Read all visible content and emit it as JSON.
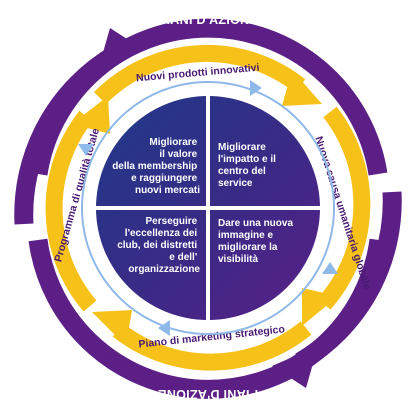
{
  "outer_ring": {
    "label_top": "PIANI D'AZIONE",
    "label_bottom": "PIANI D'AZIONE"
  },
  "yellow_ring": {
    "top": "Nuovi prodotti innovativi",
    "right": "Nuova causa umanitaria globale",
    "bottom": "Piano di marketing strategico",
    "left": "Programma di qualità totale"
  },
  "quadrants": {
    "top_left": [
      "Migliorare",
      "il valore",
      "della membership",
      "e raggiungere",
      "nuovi mercati"
    ],
    "top_right": [
      "Migliorare",
      "l'impatto e il",
      "centro del",
      "service"
    ],
    "bottom_right": [
      "Dare una nuova",
      "immagine e",
      "migliorare la",
      "visibilità"
    ],
    "bottom_left": [
      "Perseguire",
      "l'eccellenza dei",
      "club, dei distretti",
      "e dell'",
      "organizzazione"
    ]
  },
  "colors": {
    "purple": "#5b1f86",
    "purple_dark": "#3e1566",
    "navy": "#23307a",
    "yellow": "#f6c21a",
    "light_blue": "#8fb9e8"
  }
}
